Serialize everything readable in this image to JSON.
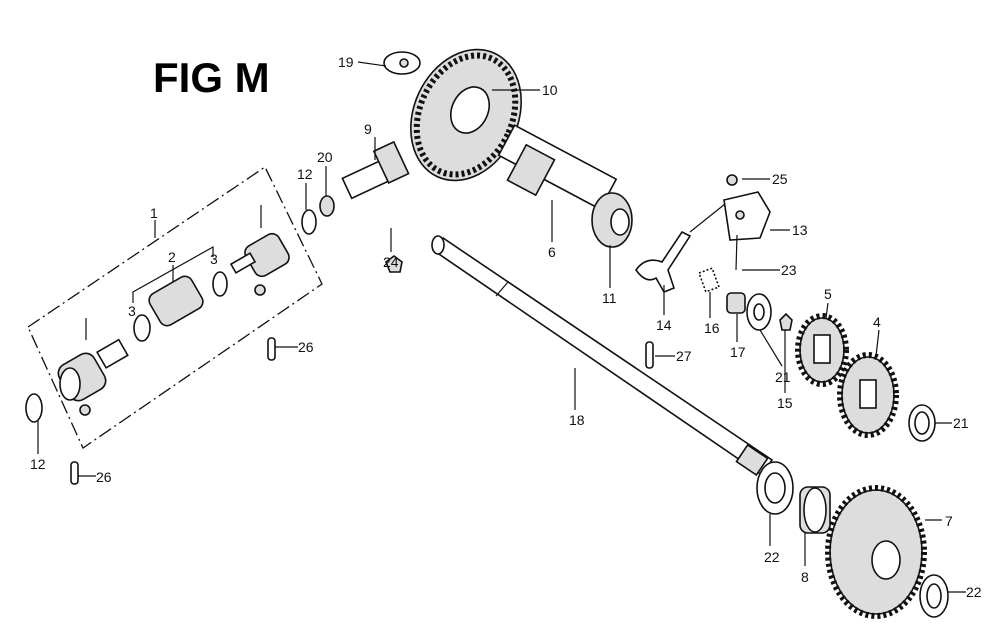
{
  "title": "FIG M",
  "callouts": {
    "c1": "1",
    "c2": "2",
    "c3a": "3",
    "c3b": "3",
    "c4": "4",
    "c5": "5",
    "c6": "6",
    "c7": "7",
    "c8": "8",
    "c9": "9",
    "c10": "10",
    "c11": "11",
    "c12a": "12",
    "c12b": "12",
    "c13": "13",
    "c14": "14",
    "c15": "15",
    "c16": "16",
    "c17": "17",
    "c18": "18",
    "c19": "19",
    "c20": "20",
    "c21a": "21",
    "c21b": "21",
    "c22a": "22",
    "c22b": "22",
    "c23": "23",
    "c24": "24",
    "c25": "25",
    "c26a": "26",
    "c26b": "26",
    "c27": "27"
  }
}
